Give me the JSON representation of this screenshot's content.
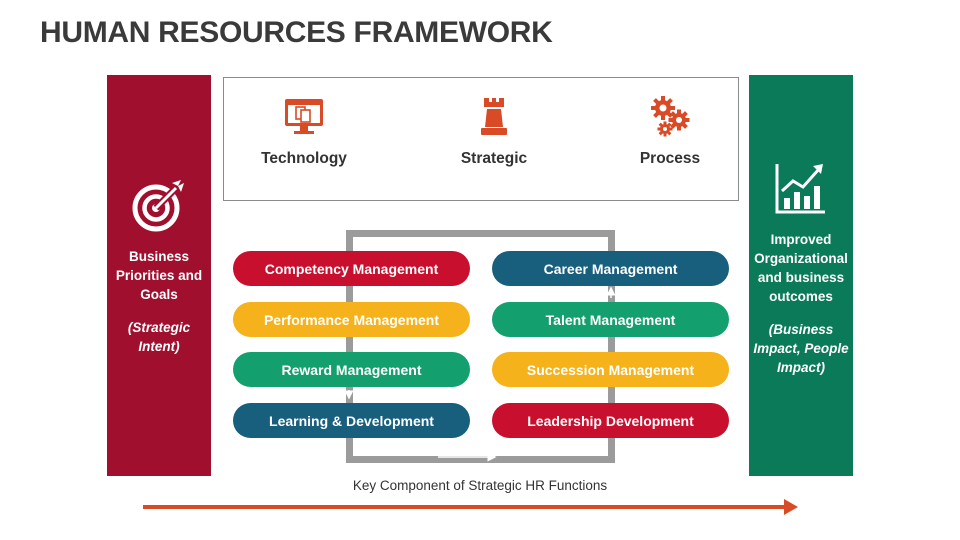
{
  "title": "HUMAN RESOURCES FRAMEWORK",
  "left_panel": {
    "text": "Business Priorities and Goals",
    "subtext": "(Strategic Intent)",
    "icon": "target-icon",
    "color": "#a0102e"
  },
  "right_panel": {
    "text": "Improved Organizational and business outcomes",
    "subtext": "(Business Impact, People Impact)",
    "icon": "growth-chart-icon",
    "color": "#0a7a58"
  },
  "top_items": [
    {
      "label": "Technology",
      "icon": "computer-icon"
    },
    {
      "label": "Strategic",
      "icon": "chess-rook-icon"
    },
    {
      "label": "Process",
      "icon": "gears-icon"
    }
  ],
  "left_column": [
    {
      "label": "Competency Management",
      "color": "#c8102e"
    },
    {
      "label": "Performance Management",
      "color": "#f5b21a"
    },
    {
      "label": "Reward Management",
      "color": "#14a06e"
    },
    {
      "label": "Learning & Development",
      "color": "#185f7e"
    }
  ],
  "right_column": [
    {
      "label": "Career Management",
      "color": "#185f7e"
    },
    {
      "label": "Talent Management",
      "color": "#14a06e"
    },
    {
      "label": "Succession Management",
      "color": "#f5b21a"
    },
    {
      "label": "Leadership Development",
      "color": "#c8102e"
    }
  ],
  "caption": "Key Component of Strategic HR Functions",
  "accent_color": "#d94a26"
}
